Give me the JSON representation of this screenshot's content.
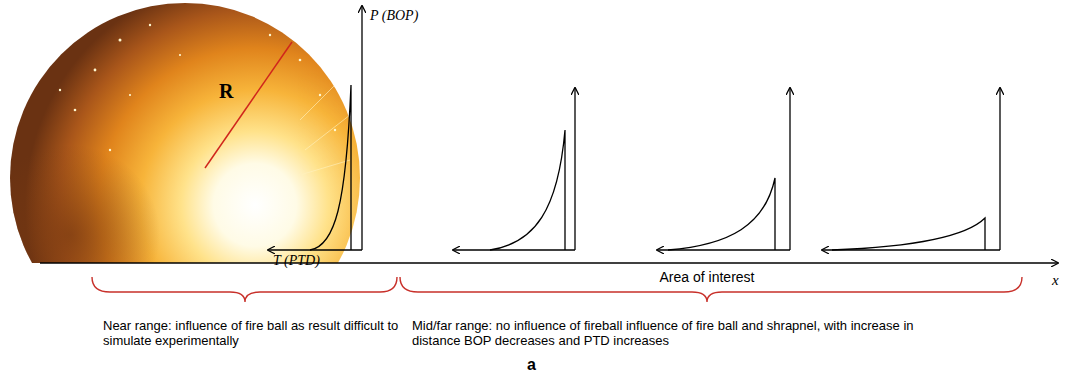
{
  "diagram": {
    "labels": [
      "R",
      "P (BOP)",
      "T (PTD)",
      "Area of interest",
      "x",
      "Near range: influence of fire ball as result difficult to simulate experimentally",
      "Mid/far range: no influence of fireball influence of fire ball and shrapnel, with increase in distance BOP decreases and PTD increases",
      "a"
    ]
  }
}
